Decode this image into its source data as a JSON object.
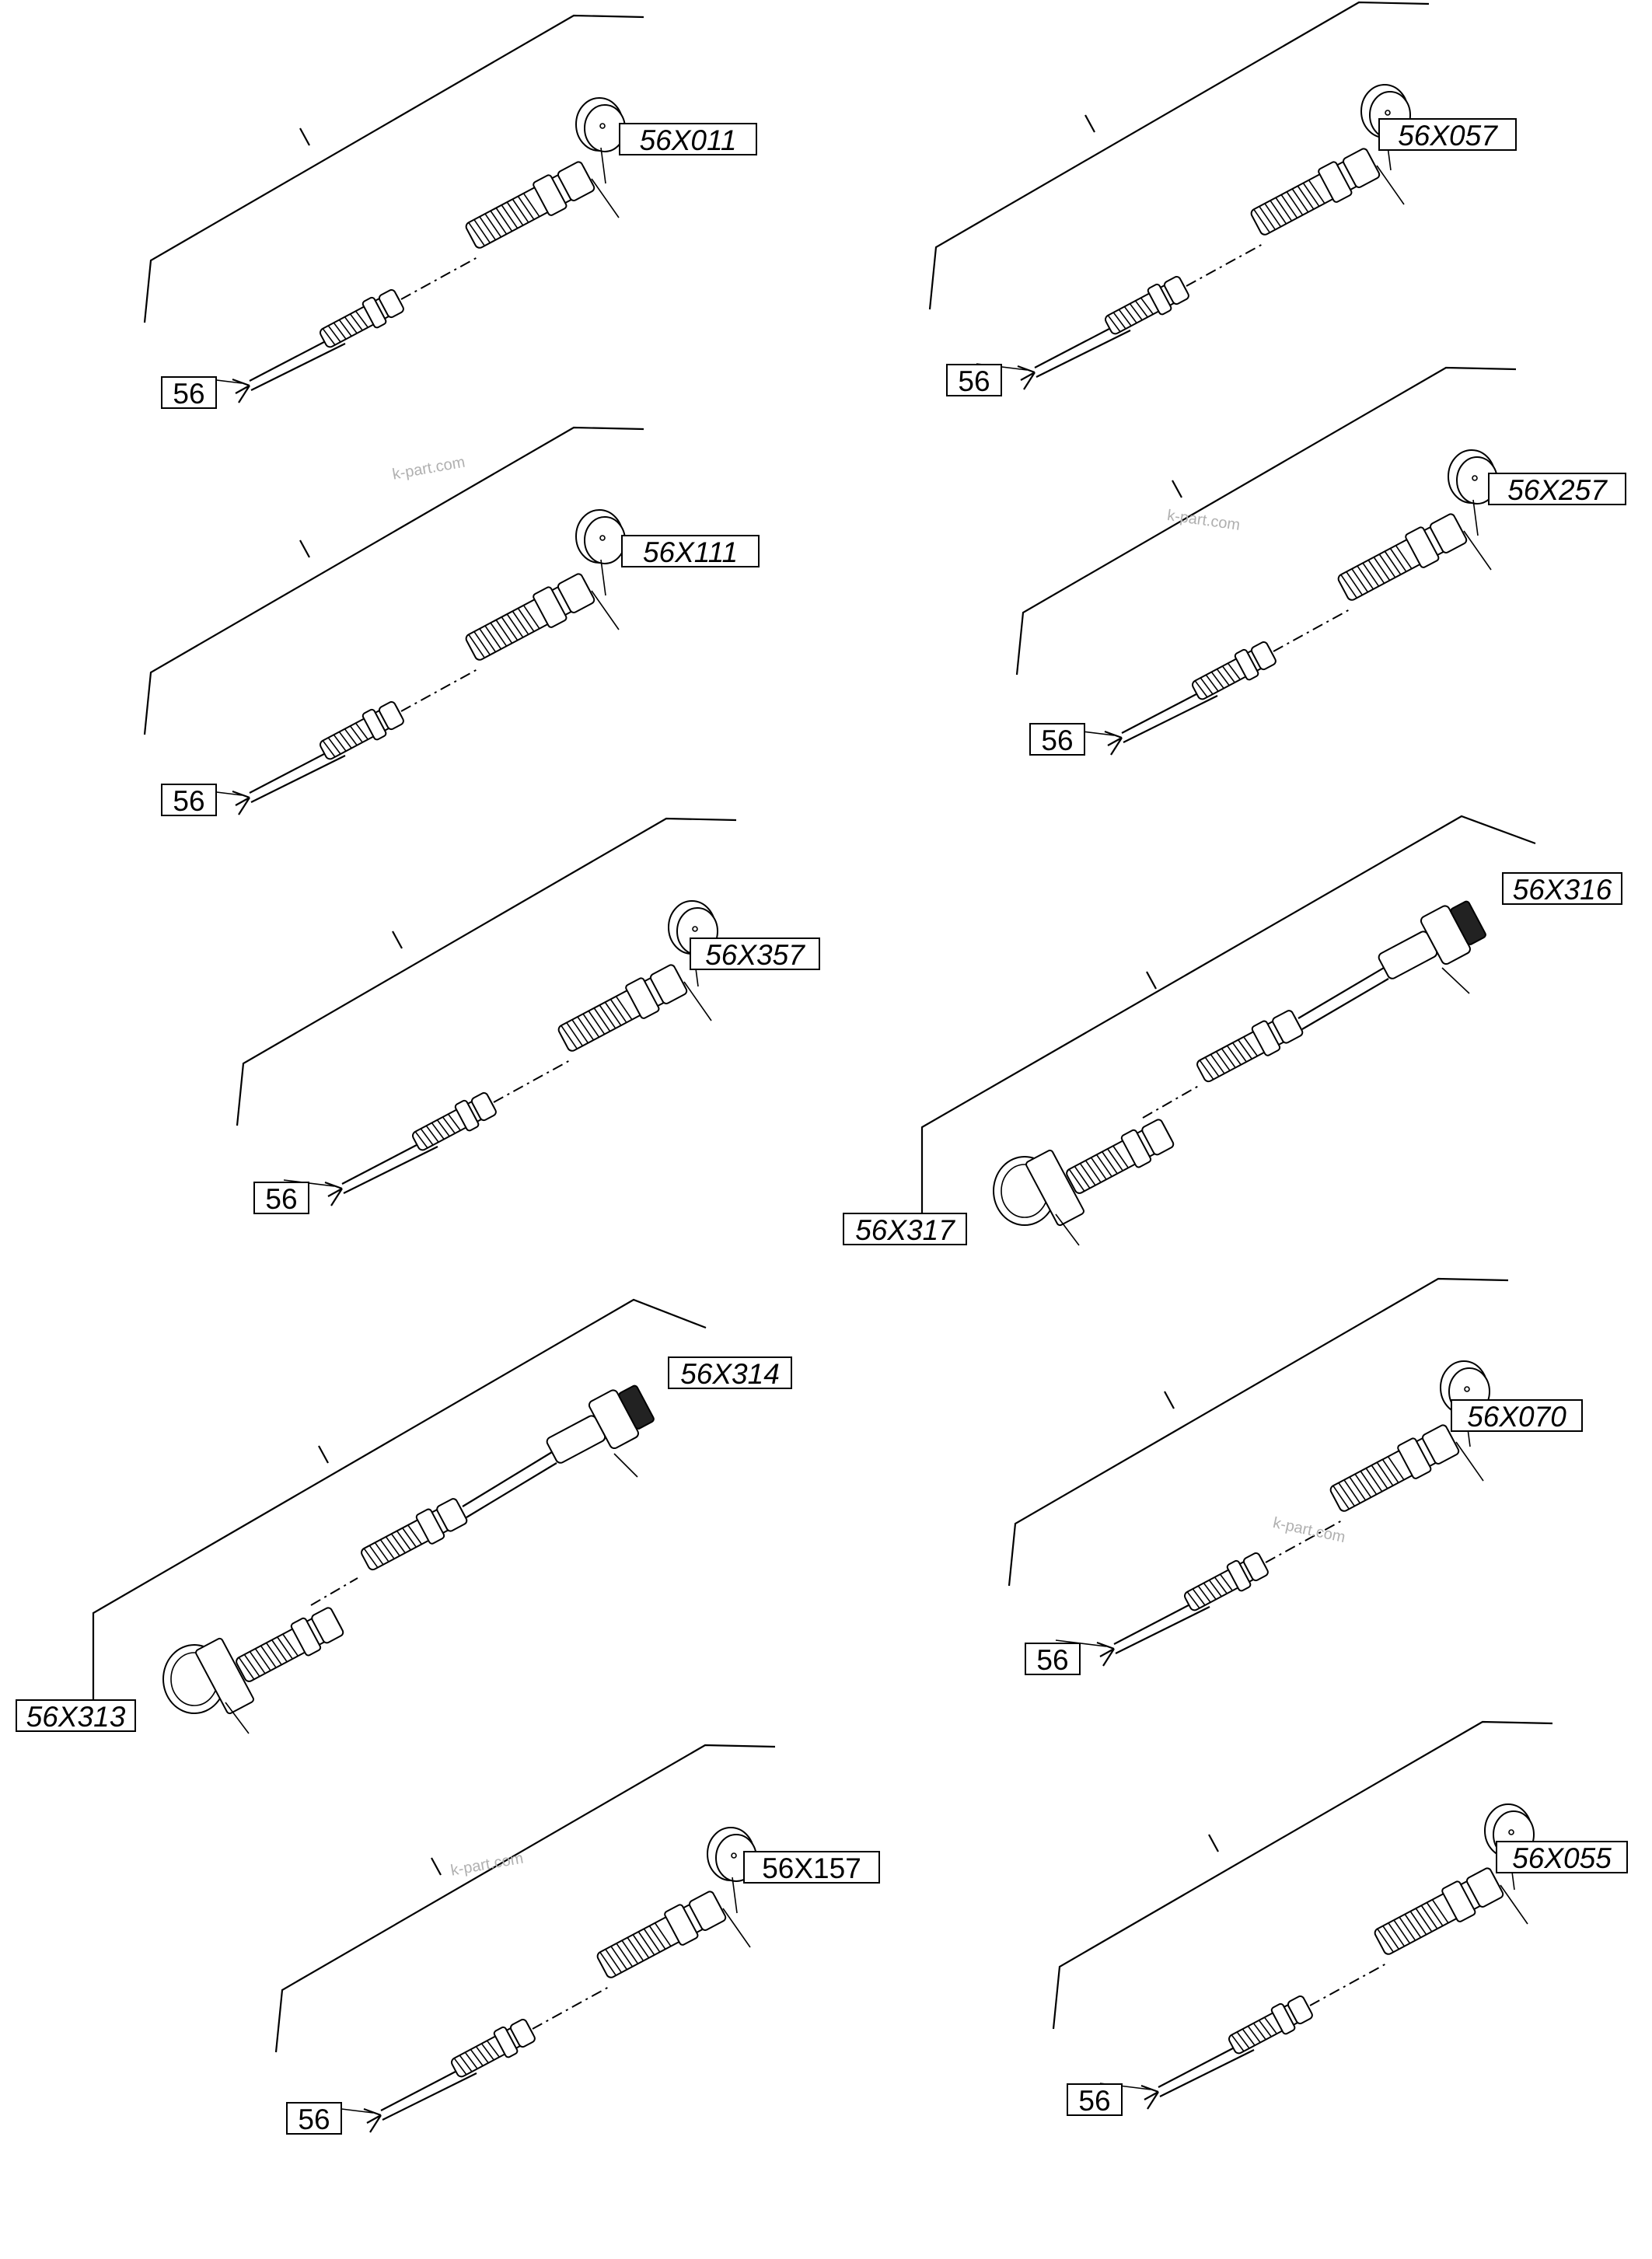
{
  "watermark": "k-part.com",
  "assemblies": [
    {
      "part": "56X011",
      "harness": "56"
    },
    {
      "part": "56X057",
      "harness": "56"
    },
    {
      "part": "56X111",
      "harness": "56"
    },
    {
      "part": "56X257",
      "harness": "56"
    },
    {
      "part": "56X357",
      "harness": "56"
    },
    {
      "part": "56X316",
      "harness": "56X317"
    },
    {
      "part": "56X314",
      "harness": "56X313"
    },
    {
      "part": "56X070",
      "harness": "56"
    },
    {
      "part": "56X157",
      "harness": "56"
    },
    {
      "part": "56X055",
      "harness": "56"
    }
  ]
}
